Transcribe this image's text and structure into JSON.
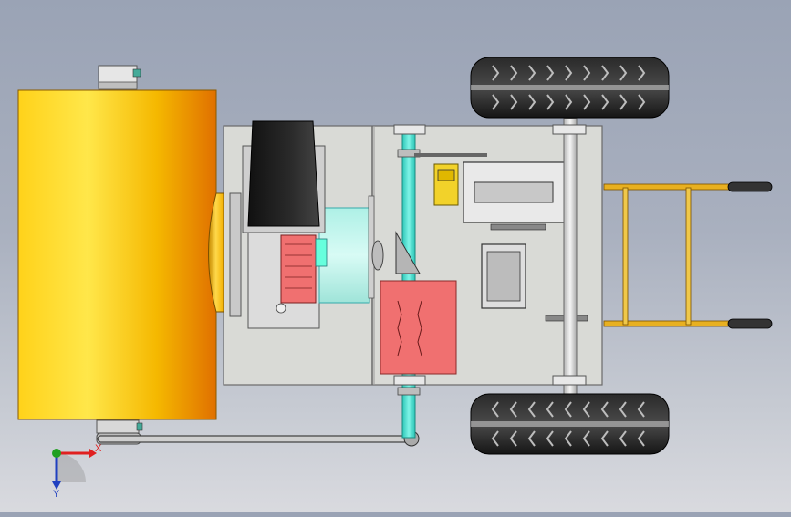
{
  "triad": {
    "x_label": "X",
    "y_label": "Y",
    "x_color": "#e02020",
    "y_color": "#20a020",
    "z_color": "#2040c0"
  },
  "colors": {
    "drum": "#f5c400",
    "drum_shade": "#e07a00",
    "frame": "#d8d9d6",
    "shaft": "#40e0d0",
    "gearbox_red": "#f07070",
    "handle_frame": "#e8b020",
    "handle_grip": "#333333",
    "tire": "#1a1a1a",
    "hopper": "#1a1a1a"
  },
  "components": [
    {
      "name": "roller-drum"
    },
    {
      "name": "hopper"
    },
    {
      "name": "engine"
    },
    {
      "name": "drive-shaft"
    },
    {
      "name": "gearbox"
    },
    {
      "name": "rear-axle"
    },
    {
      "name": "handle"
    },
    {
      "name": "wheels"
    },
    {
      "name": "drive-belt"
    }
  ]
}
